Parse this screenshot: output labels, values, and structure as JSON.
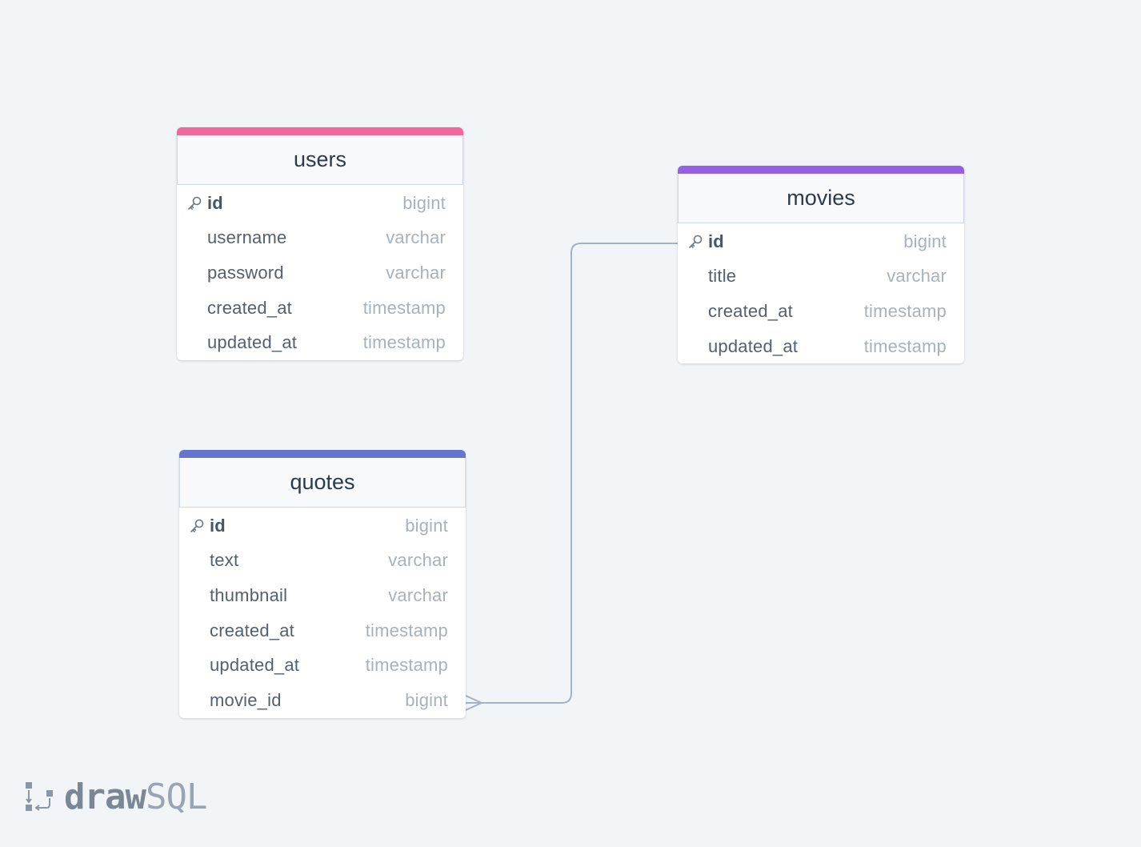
{
  "colors": {
    "background": "#f1f5f8",
    "users_accent": "#f0679a",
    "quotes_accent": "#6574cd",
    "movies_accent": "#9561e2",
    "connector": "#a4b2c2"
  },
  "tables": {
    "users": {
      "name": "users",
      "columns": [
        {
          "name": "id",
          "type": "bigint",
          "primary_key": true
        },
        {
          "name": "username",
          "type": "varchar"
        },
        {
          "name": "password",
          "type": "varchar"
        },
        {
          "name": "created_at",
          "type": "timestamp"
        },
        {
          "name": "updated_at",
          "type": "timestamp"
        }
      ]
    },
    "quotes": {
      "name": "quotes",
      "columns": [
        {
          "name": "id",
          "type": "bigint",
          "primary_key": true
        },
        {
          "name": "text",
          "type": "varchar"
        },
        {
          "name": "thumbnail",
          "type": "varchar"
        },
        {
          "name": "created_at",
          "type": "timestamp"
        },
        {
          "name": "updated_at",
          "type": "timestamp"
        },
        {
          "name": "movie_id",
          "type": "bigint"
        }
      ]
    },
    "movies": {
      "name": "movies",
      "columns": [
        {
          "name": "id",
          "type": "bigint",
          "primary_key": true
        },
        {
          "name": "title",
          "type": "varchar"
        },
        {
          "name": "created_at",
          "type": "timestamp"
        },
        {
          "name": "updated_at",
          "type": "timestamp"
        }
      ]
    }
  },
  "relationships": [
    {
      "from_table": "quotes",
      "from_column": "movie_id",
      "to_table": "movies",
      "to_column": "id",
      "type": "many-to-one"
    }
  ],
  "logo": {
    "word_bold": "draw",
    "word_light": "SQL"
  }
}
